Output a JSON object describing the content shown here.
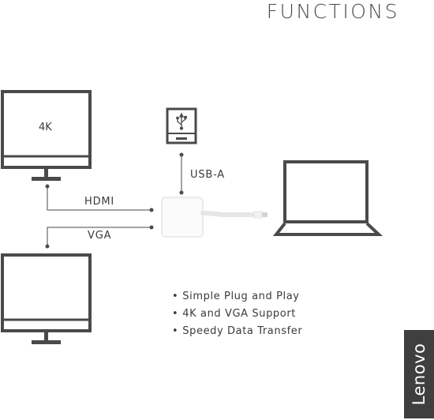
{
  "header": {
    "title": "FUNCTIONS"
  },
  "diagram": {
    "monitor_top_label": "4K",
    "usb_label": "USB-A",
    "hdmi_label": "HDMI",
    "vga_label": "VGA"
  },
  "features": [
    "Simple Plug and Play",
    "4K and VGA Support",
    "Speedy Data Transfer"
  ],
  "brand": {
    "name": "Lenovo",
    "color": "#3f3f3f"
  },
  "icons": [
    "monitor-icon",
    "usb-drive-icon",
    "adapter-icon",
    "laptop-icon",
    "usb-symbol-icon"
  ]
}
